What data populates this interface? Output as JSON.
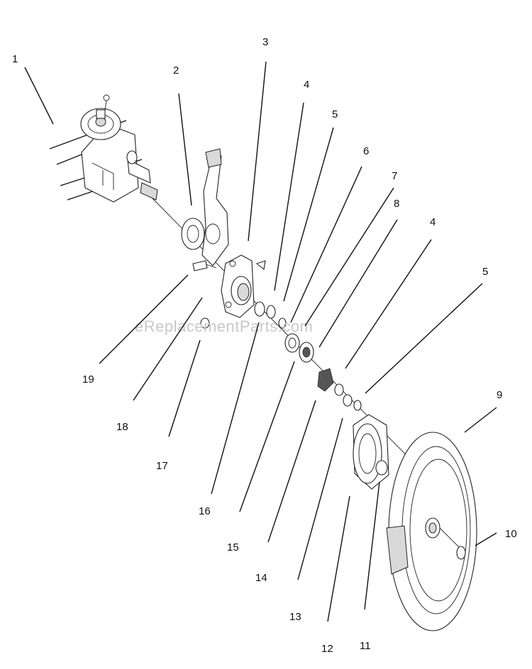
{
  "watermark": "eReplacementParts.com",
  "callouts": [
    "1",
    "2",
    "3",
    "4",
    "5",
    "6",
    "7",
    "8",
    "4",
    "5",
    "9",
    "10",
    "19",
    "18",
    "17",
    "16",
    "15",
    "14",
    "13",
    "12",
    "11"
  ]
}
